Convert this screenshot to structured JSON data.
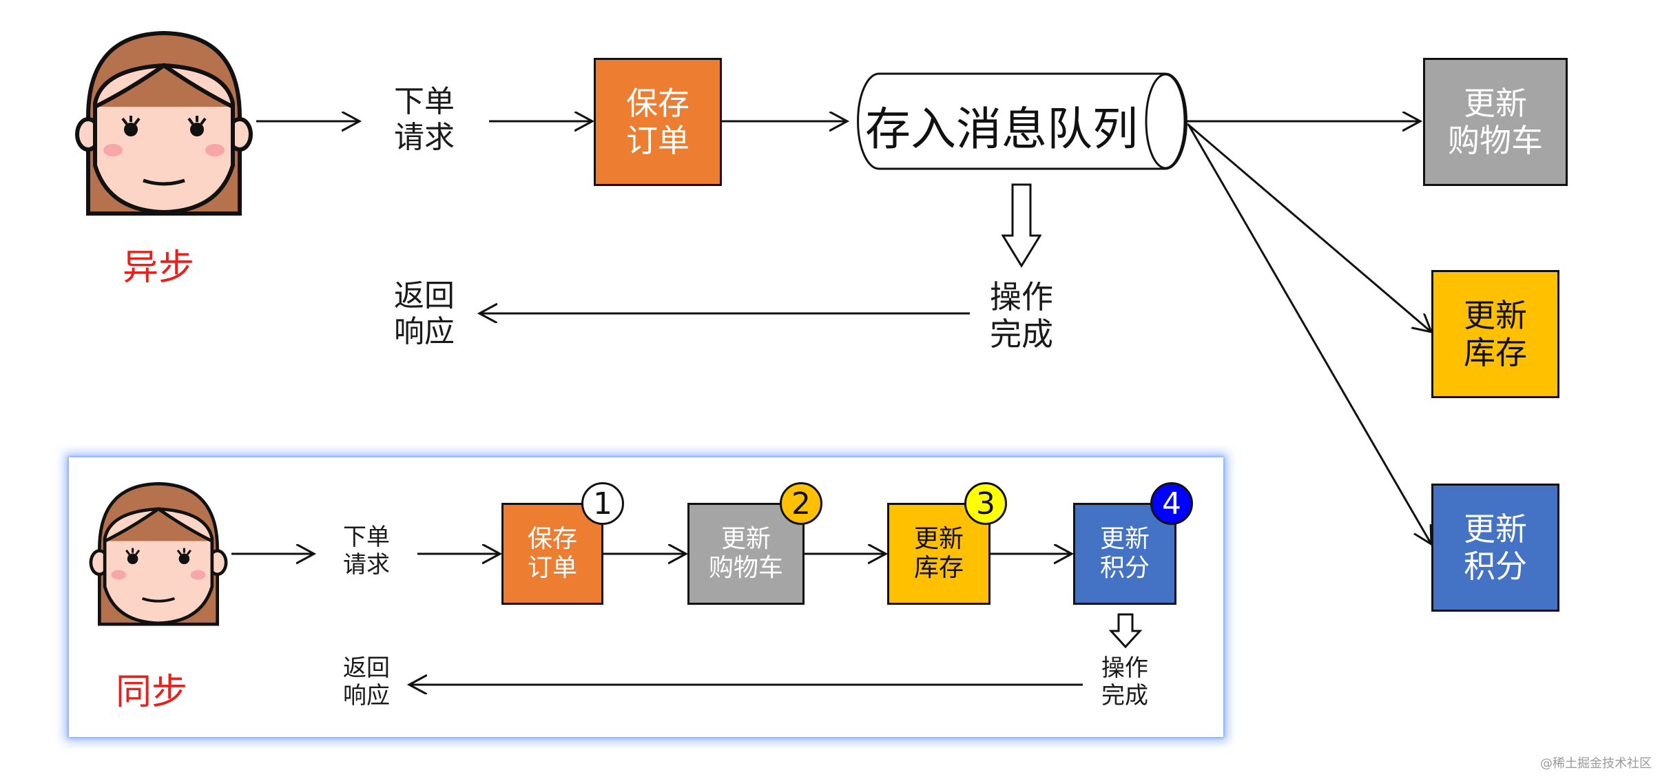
{
  "async_section": {
    "mode_label": "异步",
    "step_order_request": [
      "下单",
      "请求"
    ],
    "box_save_order": [
      "保存",
      "订单"
    ],
    "queue_label": "存入消息队列",
    "step_operation_done": [
      "操作",
      "完成"
    ],
    "step_return_response": [
      "返回",
      "响应"
    ],
    "box_update_cart": [
      "更新",
      "购物车"
    ],
    "box_update_stock": [
      "更新",
      "库存"
    ],
    "box_update_points": [
      "更新",
      "积分"
    ]
  },
  "sync_section": {
    "mode_label": "同步",
    "step_order_request": [
      "下单",
      "请求"
    ],
    "box_save_order": [
      "保存",
      "订单"
    ],
    "box_update_cart": [
      "更新",
      "购物车"
    ],
    "box_update_stock": [
      "更新",
      "库存"
    ],
    "box_update_points": [
      "更新",
      "积分"
    ],
    "badges": [
      "1",
      "2",
      "3",
      "4"
    ],
    "step_operation_done": [
      "操作",
      "完成"
    ],
    "step_return_response": [
      "返回",
      "响应"
    ]
  },
  "watermark": "@稀土掘金技术社区",
  "colors": {
    "save_order": "#ed7d31",
    "update_cart": "#a5a5a5",
    "update_stock": "#ffc000",
    "update_points": "#4472c4",
    "mode_label": "#e8211c",
    "badge_1": "#ffffff",
    "badge_2": "#ffc000",
    "badge_3": "#ffff00",
    "badge_4": "#0000ff"
  },
  "icons": [
    "girl-avatar-icon",
    "hollow-down-arrow-icon",
    "message-queue-cylinder-icon"
  ]
}
